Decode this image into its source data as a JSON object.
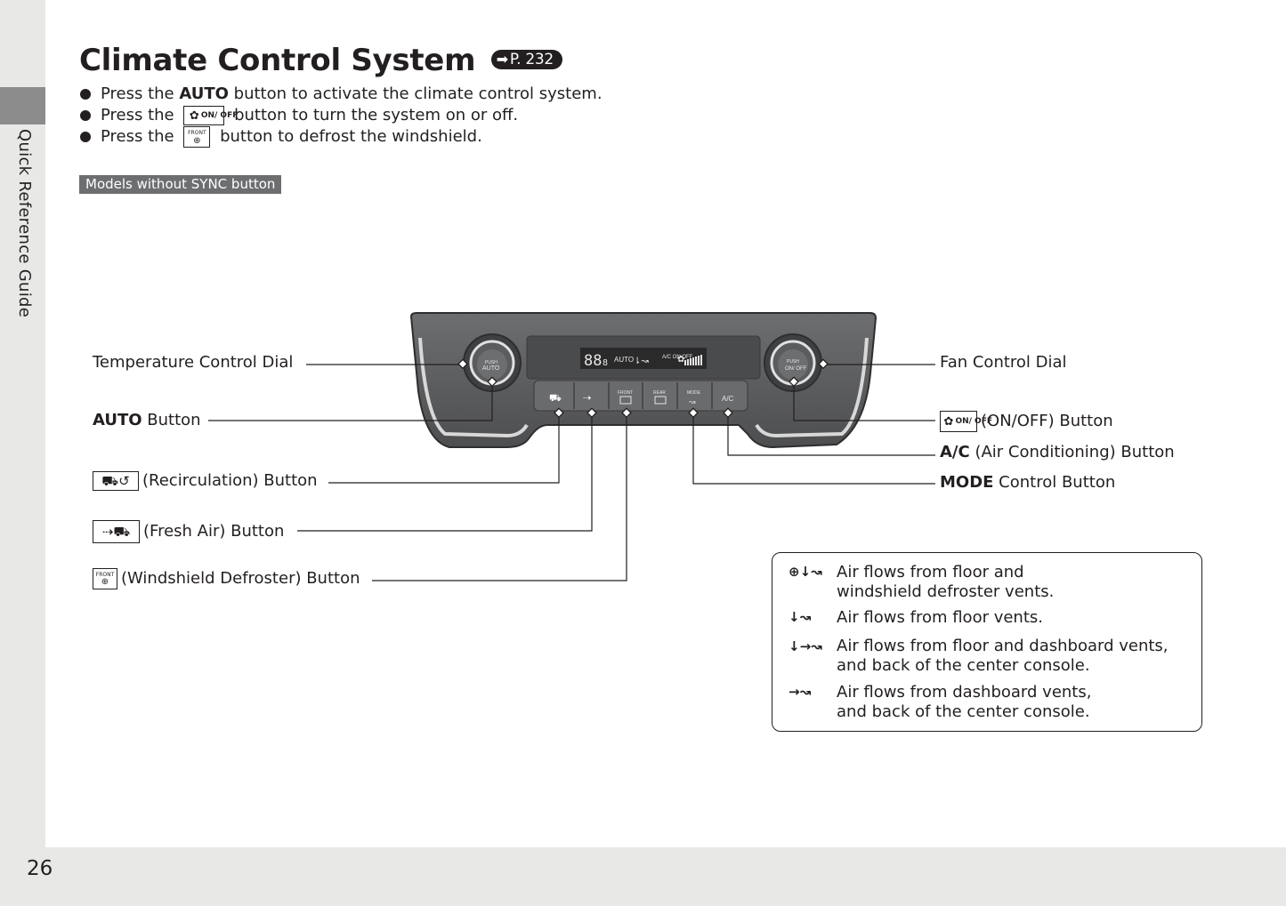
{
  "side": {
    "section_label": "Quick Reference Guide"
  },
  "page": {
    "number": "26"
  },
  "header": {
    "title": "Climate Control System",
    "ref_label": "P. 232"
  },
  "bullets": [
    {
      "pre": "Press the ",
      "bold": "AUTO",
      "post": " button to activate the climate control system."
    },
    {
      "pre": "Press the ",
      "icon": "ON/ OFF",
      "post": " button to turn the system on or off."
    },
    {
      "pre": "Press the ",
      "icon": "FRONT",
      "post": " button to defrost the windshield."
    }
  ],
  "models_tag": "Models without SYNC button",
  "panel": {
    "display_digits": "88",
    "display_small": "8",
    "display_auto": "AUTO",
    "ac_on_off": "A/C ON OFF",
    "left_dial_push": "PUSH",
    "left_dial_label": "AUTO",
    "right_dial_push": "PUSH",
    "right_dial_label": "ON/ OFF",
    "btn_front": "FRONT",
    "btn_rear": "REAR",
    "btn_mode": "MODE",
    "btn_ac": "A/C"
  },
  "labels": {
    "temp_dial": "Temperature Control Dial",
    "auto_bold": "AUTO",
    "auto_rest": " Button",
    "recirc": "(Recirculation) Button",
    "fresh": "(Fresh Air) Button",
    "defrost_icon": "FRONT",
    "defrost": "(Windshield Defroster) Button",
    "fan_dial": "Fan Control Dial",
    "onoff_icon": "ON/ OFF",
    "onoff": "(ON/OFF) Button",
    "ac_bold": "A/C",
    "ac_rest": " (Air Conditioning) Button",
    "mode_bold": "MODE",
    "mode_rest": " Control Button"
  },
  "legend": [
    {
      "icon": "defrost-floor-icon",
      "line1": "Air flows from floor and",
      "line2": "windshield defroster vents."
    },
    {
      "icon": "floor-icon",
      "line1": "Air flows from floor vents.",
      "line2": ""
    },
    {
      "icon": "floor-dash-icon",
      "line1": "Air flows from floor and dashboard vents,",
      "line2": "and back of the center console."
    },
    {
      "icon": "dash-icon",
      "line1": "Air flows from dashboard vents,",
      "line2": "and back of the center console."
    }
  ],
  "colors": {
    "panel": "#58595b",
    "panel_dark": "#3a3a3c",
    "tag_bg": "#6d6e70",
    "side_tab": "#8c8c8c",
    "strip": "#e8e8e7"
  }
}
